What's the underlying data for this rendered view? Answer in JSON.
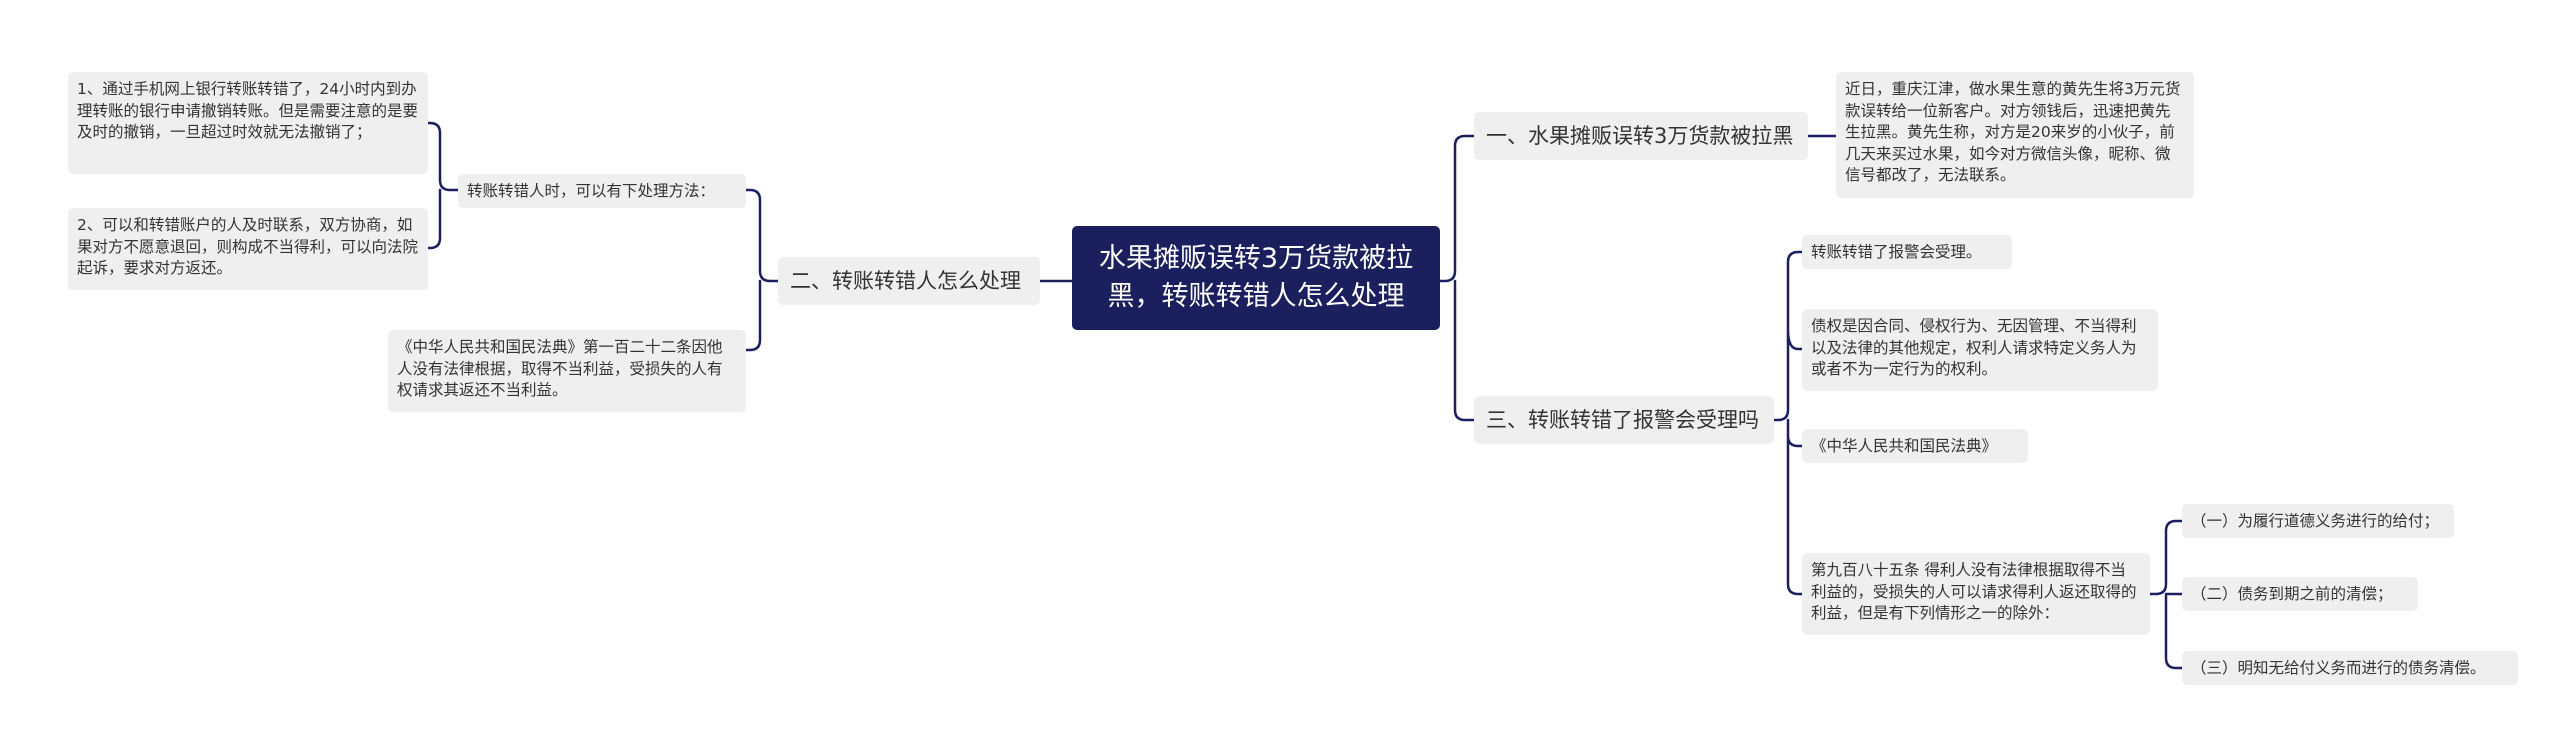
{
  "root": "水果摊贩误转3万货款被拉黑，转账转错人怎么处理",
  "branches": {
    "b1": {
      "title": "一、水果摊贩误转3万货款被拉黑",
      "detail": "近日，重庆江津，做水果生意的黄先生将3万元货款误转给一位新客户。对方领钱后，迅速把黄先生拉黑。黄先生称，对方是20来岁的小伙子，前几天来买过水果，如今对方微信头像，昵称、微信号都改了，无法联系。"
    },
    "b2": {
      "title": "二、转账转错人怎么处理",
      "methods_title": "转账转错人时，可以有下处理方法：",
      "method1": "1、通过手机网上银行转账转错了，24小时内到办理转账的银行申请撤销转账。但是需要注意的是要及时的撤销，一旦超过时效就无法撤销了；",
      "method2": "2、可以和转错账户的人及时联系，双方协商，如果对方不愿意退回，则构成不当得利，可以向法院起诉，要求对方返还。",
      "law": "《中华人民共和国民法典》第一百二十二条因他人没有法律根据，取得不当利益，受损失的人有权请求其返还不当利益。"
    },
    "b3": {
      "title": "三、转账转错了报警会受理吗",
      "item1": "转账转错了报警会受理。",
      "item2": "债权是因合同、侵权行为、无因管理、不当得利以及法律的其他规定，权利人请求特定义务人为或者不为一定行为的权利。",
      "item3": "《中华人民共和国民法典》",
      "item4": "第九百八十五条 得利人没有法律根据取得不当利益的，受损失的人可以请求得利人返还取得的利益，但是有下列情形之一的除外：",
      "exceptions": [
        "（一）为履行道德义务进行的给付；",
        "（二）债务到期之前的清偿；",
        "（三）明知无给付义务而进行的债务清偿。"
      ]
    }
  },
  "colors": {
    "line": "#1b1f5e",
    "root_bg": "#1b1f5e",
    "node_bg": "#efefef",
    "text": "#333333"
  }
}
